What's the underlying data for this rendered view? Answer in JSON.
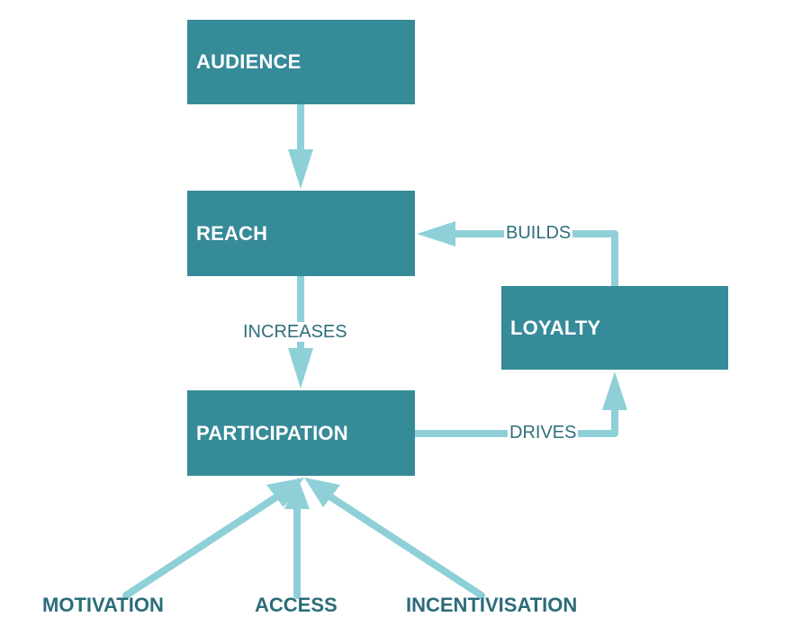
{
  "colors": {
    "node_fill": "#368b99",
    "node_text": "#ffffff",
    "arrow": "#8fd0d8",
    "edge_label_text": "#2f6f7c",
    "input_label_text": "#2b6c79"
  },
  "nodes": {
    "audience": "AUDIENCE",
    "reach": "REACH",
    "participation": "PARTICIPATION",
    "loyalty": "LOYALTY"
  },
  "edges": {
    "reach_to_participation": "INCREASES",
    "loyalty_to_reach": "BUILDS",
    "participation_to_loyalty": "DRIVES"
  },
  "inputs": {
    "motivation": "MOTIVATION",
    "access": "ACCESS",
    "incentivisation": "INCENTIVISATION"
  }
}
